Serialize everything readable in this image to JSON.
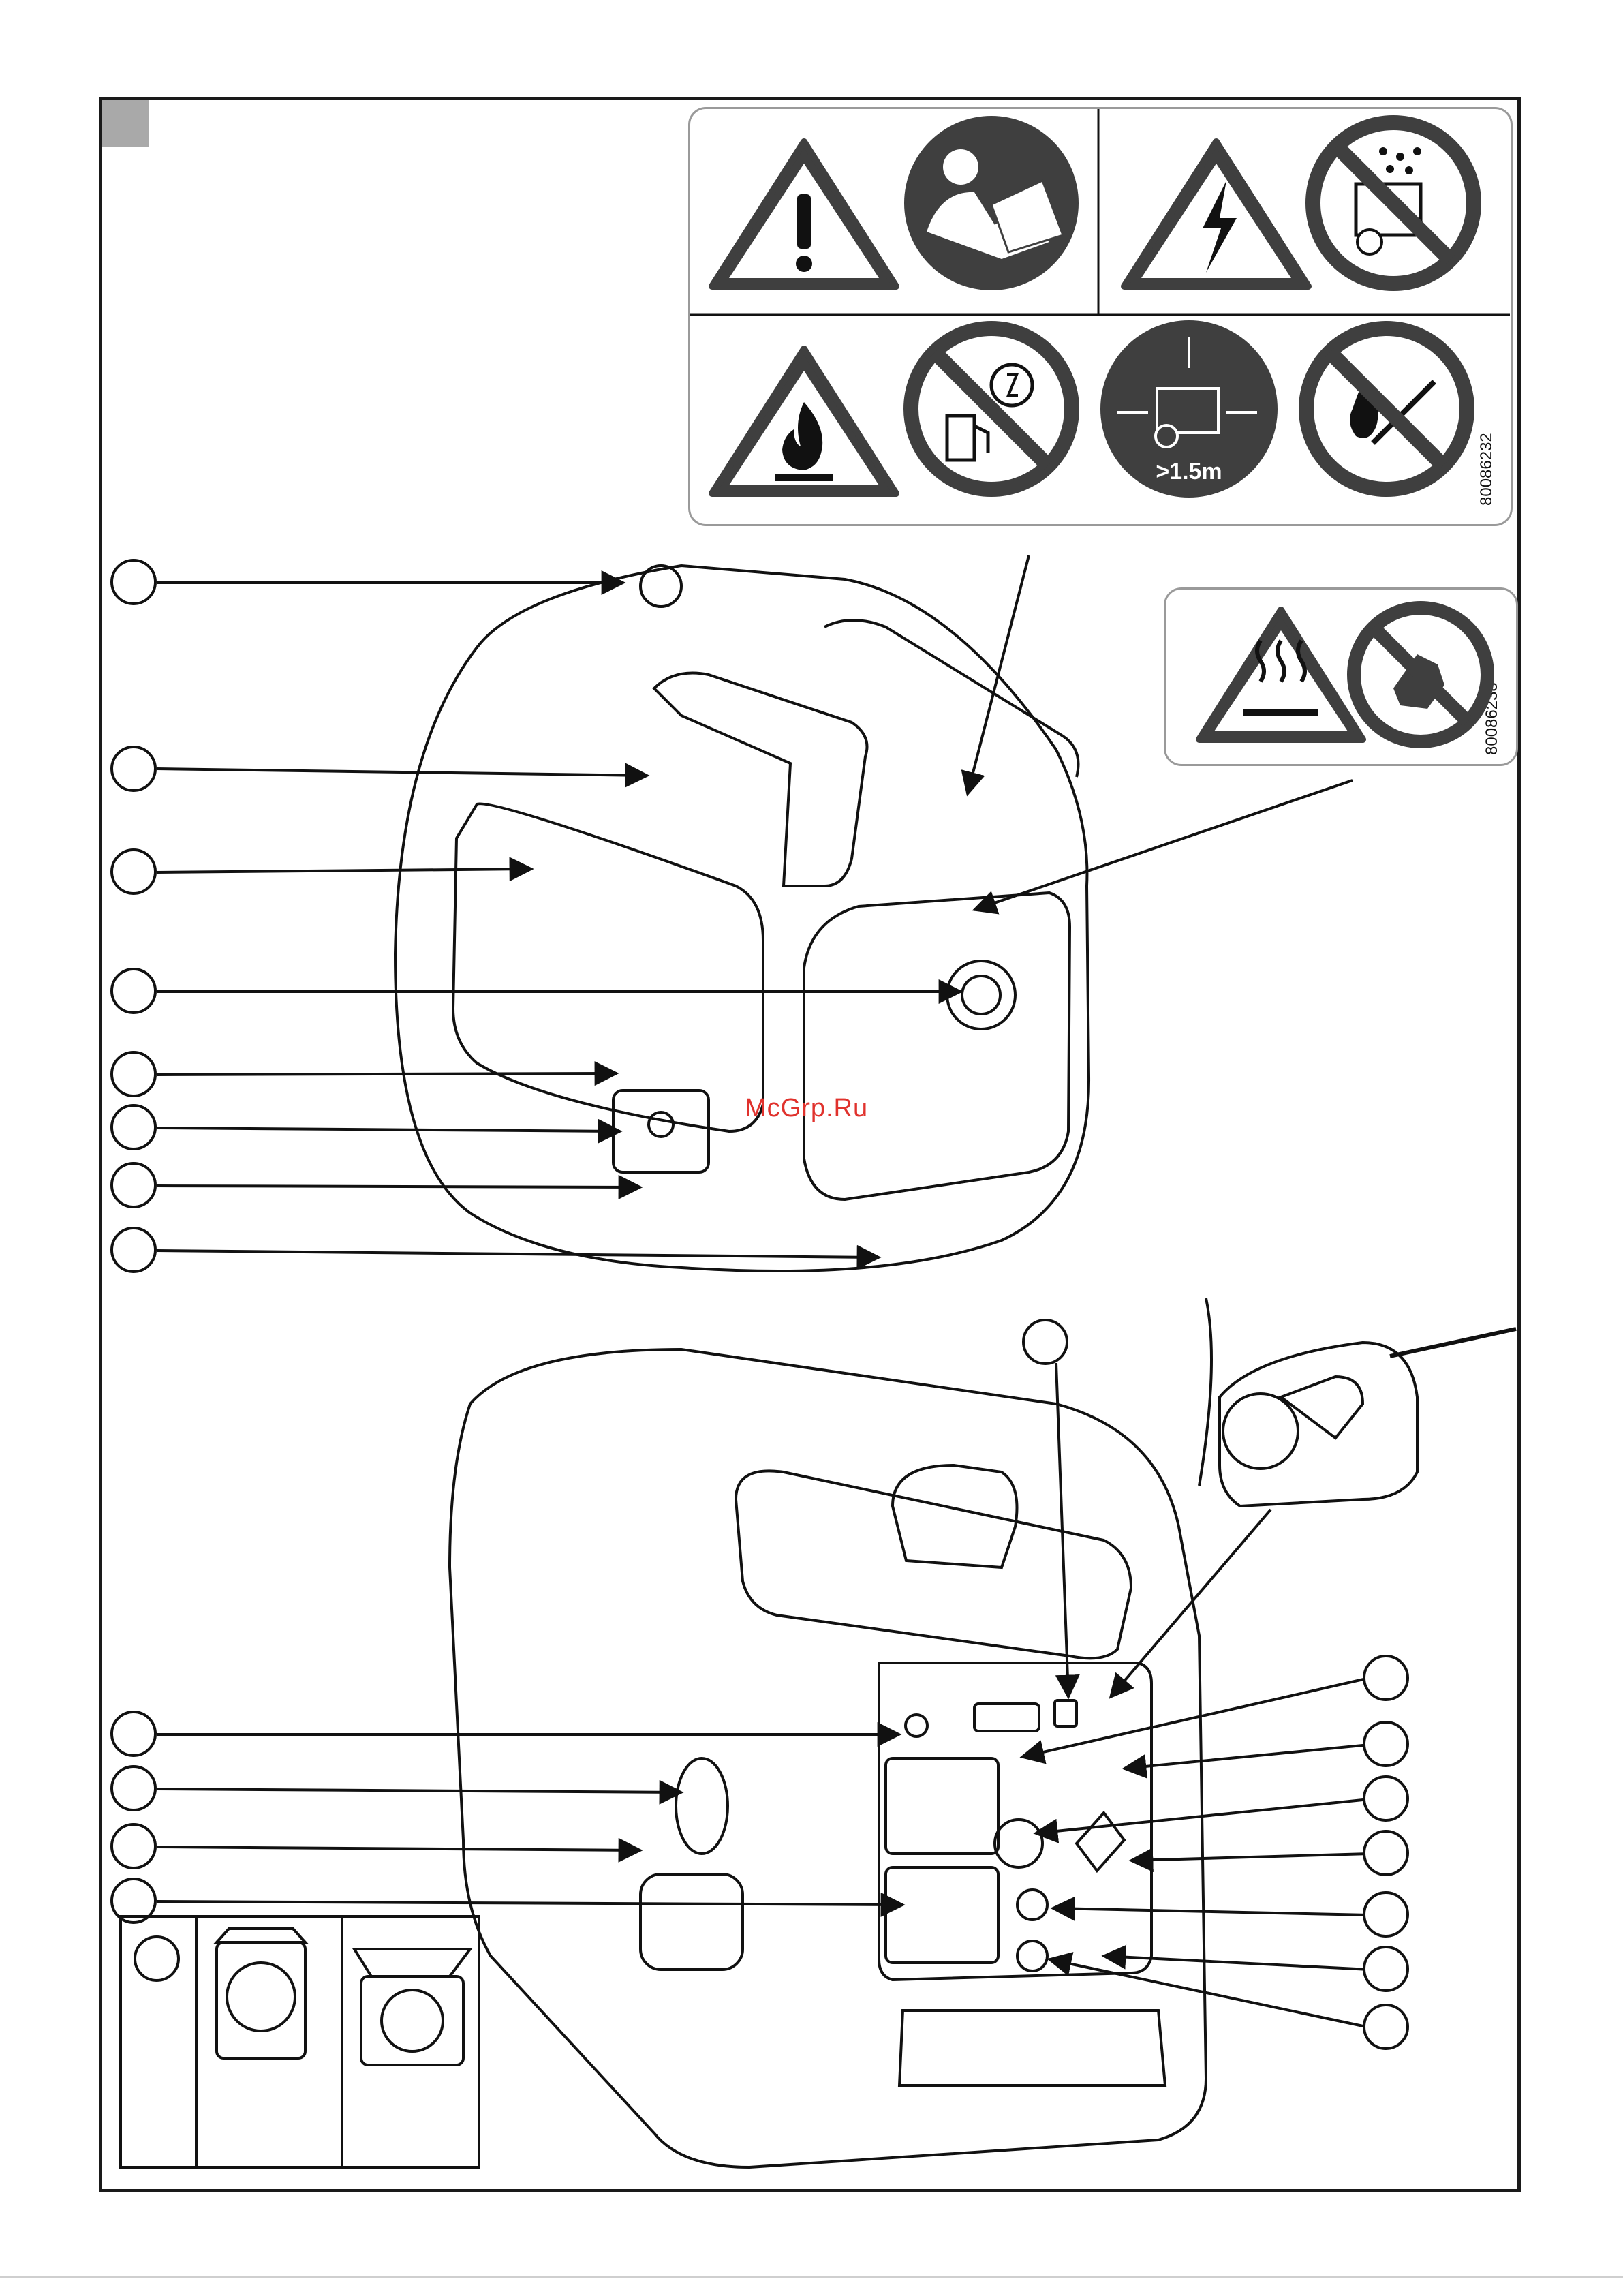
{
  "labels": {
    "sticker_code_1": "80086232",
    "sticker_code_2": "80086238",
    "distance_sign": ">1.5m",
    "watermark": "McGrp.Ru"
  },
  "icons": [
    "warning-exclamation-icon",
    "read-manual-icon",
    "electric-hazard-icon",
    "no-rain-icon",
    "flammable-icon",
    "no-fuel-while-running-icon",
    "clearance-distance-icon",
    "no-open-flame-icon",
    "hot-surface-icon",
    "no-touch-icon"
  ],
  "colors": {
    "line": "#111111",
    "panel_border": "#9a9a9a",
    "sign_fill": "#3f3f3f",
    "corner_tab": "#a9a9a9",
    "watermark": "#e0322d"
  }
}
